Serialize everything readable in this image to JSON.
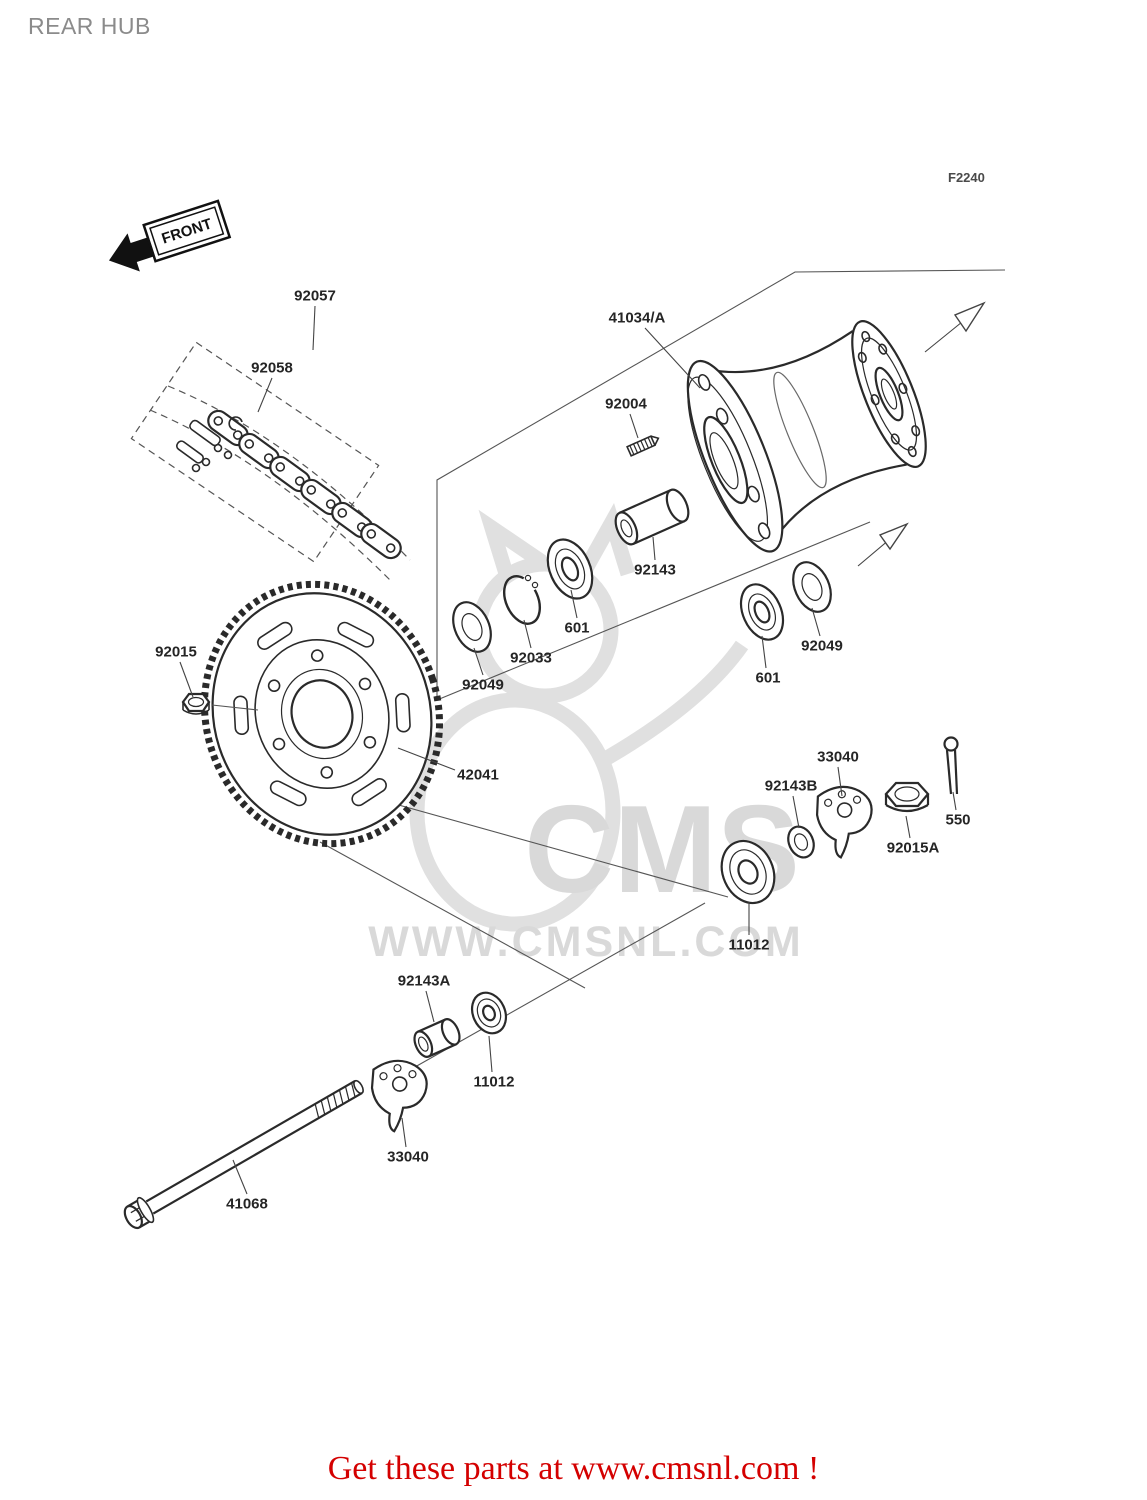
{
  "page": {
    "title": "REAR HUB",
    "figure_code": "F2240",
    "footer_text": "Get these parts at www.cmsnl.com !"
  },
  "front_arrow": {
    "label": "FRONT"
  },
  "watermark": {
    "brand": "CMS",
    "url": "WWW.CMSNL.COM"
  },
  "part_labels": [
    {
      "part_number": "92057"
    },
    {
      "part_number": "92058"
    },
    {
      "part_number": "41034/A"
    },
    {
      "part_number": "92004"
    },
    {
      "part_number": "92143"
    },
    {
      "part_number": "601"
    },
    {
      "part_number": "92033"
    },
    {
      "part_number": "92049"
    },
    {
      "part_number": "92049"
    },
    {
      "part_number": "601"
    },
    {
      "part_number": "92015"
    },
    {
      "part_number": "42041"
    },
    {
      "part_number": "33040"
    },
    {
      "part_number": "92143B"
    },
    {
      "part_number": "550"
    },
    {
      "part_number": "92015A"
    },
    {
      "part_number": "11012"
    },
    {
      "part_number": "92143A"
    },
    {
      "part_number": "11012"
    },
    {
      "part_number": "33040"
    },
    {
      "part_number": "41068"
    }
  ]
}
